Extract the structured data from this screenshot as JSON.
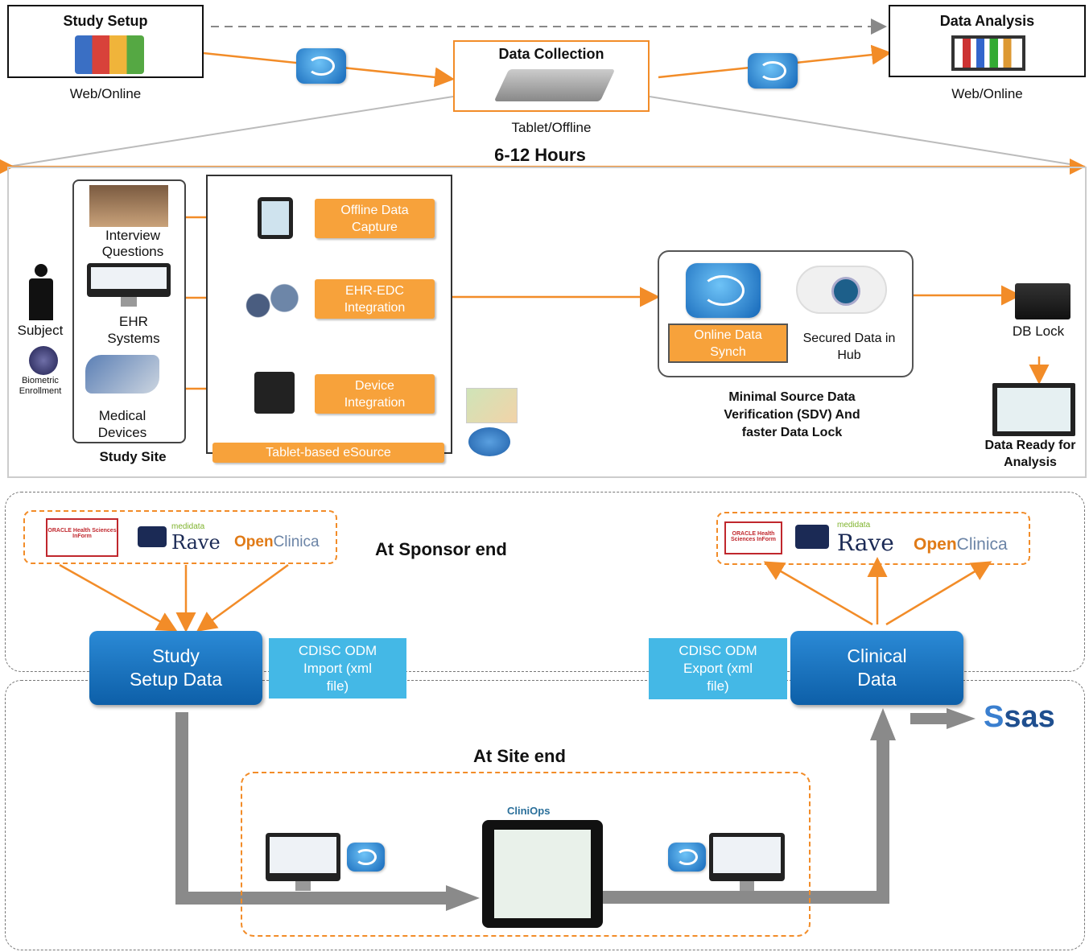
{
  "top": {
    "study_setup": {
      "title": "Study Setup",
      "caption": "Web/Online"
    },
    "data_collection": {
      "title": "Data Collection",
      "caption": "Tablet/Offline"
    },
    "data_analysis": {
      "title": "Data Analysis",
      "caption": "Web/Online"
    },
    "duration": "6-12 Hours"
  },
  "site": {
    "subject": "Subject",
    "biometric": "Biometric Enrollment",
    "interview": "Interview Questions",
    "ehr": "EHR Systems",
    "medical": "Medical Devices",
    "study_site": "Study Site",
    "offline": "Offline Data Capture",
    "ehr_edc": "EHR-EDC Integration",
    "device": "Device Integration",
    "esource": "Tablet-based eSource",
    "online_synch": "Online Data Synch",
    "secured": "Secured Data in Hub",
    "sdv": "Minimal Source Data Verification (SDV) And faster Data Lock",
    "db_lock": "DB Lock",
    "ready": "Data Ready for Analysis"
  },
  "sponsor": {
    "label": "At Sponsor end",
    "study_setup_data": "Study Setup Data",
    "clinical_data": "Clinical Data",
    "import_note": "CDISC ODM Import (xml file)",
    "export_note": "CDISC ODM Export (xml file)",
    "oracle": "ORACLE Health Sciences InForm",
    "rave_small": "medidata",
    "rave": "Rave",
    "oc_open": "Open",
    "oc_clinica": "Clinica"
  },
  "site_end": {
    "label": "At Site end",
    "cliniops": "CliniOps",
    "sas": "sas"
  },
  "colors": {
    "orange": "#f28c28",
    "blue": "#1570c0",
    "gray": "#8a8a8a"
  }
}
